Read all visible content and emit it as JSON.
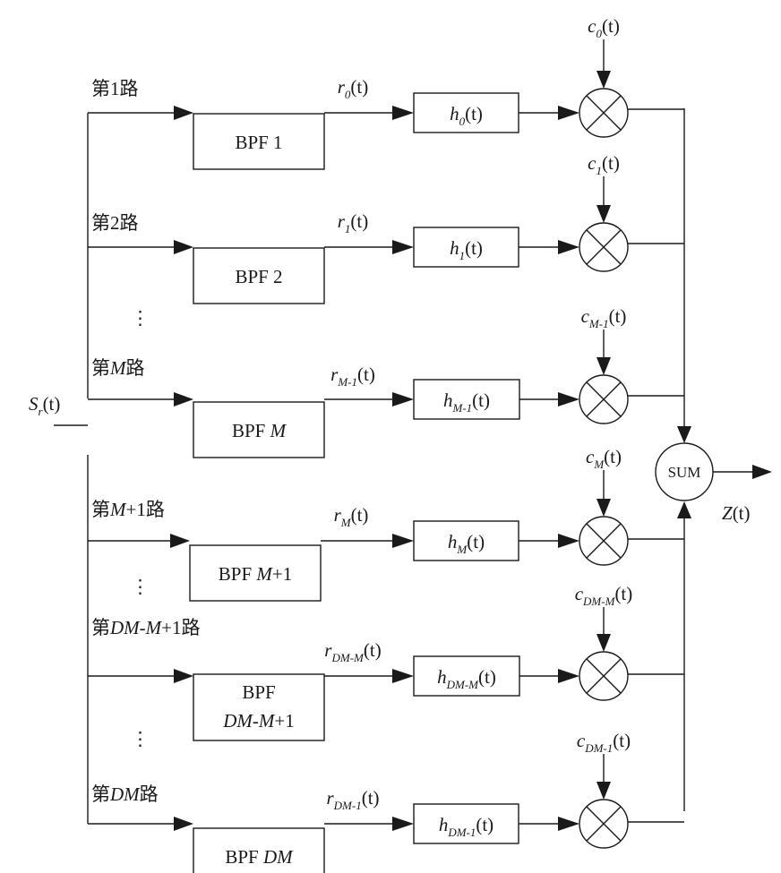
{
  "diagram": {
    "input_label": {
      "base": "S",
      "sub": "r",
      "arg": "(t)"
    },
    "output_label": {
      "base": "Z",
      "arg": "(t)"
    },
    "sum_label": "SUM",
    "vertical_dots": "⋮",
    "branches": [
      {
        "route": [
          {
            "t": "第1路",
            "i": false
          }
        ],
        "bpf": [
          [
            {
              "t": "BPF 1",
              "i": false
            }
          ]
        ],
        "r": {
          "sub": "0"
        },
        "h": {
          "sub": "0"
        },
        "c": {
          "sub": "0"
        }
      },
      {
        "route": [
          {
            "t": "第2路",
            "i": false
          }
        ],
        "bpf": [
          [
            {
              "t": "BPF 2",
              "i": false
            }
          ]
        ],
        "r": {
          "sub": "1"
        },
        "h": {
          "sub": "1"
        },
        "c": {
          "sub": "1"
        }
      },
      {
        "route": [
          {
            "t": "第",
            "i": false
          },
          {
            "t": "M",
            "i": true
          },
          {
            "t": "路",
            "i": false
          }
        ],
        "bpf": [
          [
            {
              "t": "BPF ",
              "i": false
            },
            {
              "t": "M",
              "i": true
            }
          ]
        ],
        "r": {
          "sub": "M-1"
        },
        "h": {
          "sub": "M-1"
        },
        "c": {
          "sub": "M-1"
        }
      },
      {
        "route": [
          {
            "t": "第",
            "i": false
          },
          {
            "t": "M",
            "i": true
          },
          {
            "t": "+1路",
            "i": false
          }
        ],
        "bpf": [
          [
            {
              "t": "BPF ",
              "i": false
            },
            {
              "t": "M",
              "i": true
            },
            {
              "t": "+1",
              "i": false
            }
          ]
        ],
        "r": {
          "sub": "M"
        },
        "h": {
          "sub": "M"
        },
        "c": {
          "sub": "M"
        }
      },
      {
        "route": [
          {
            "t": "第",
            "i": false
          },
          {
            "t": "DM",
            "i": true
          },
          {
            "t": "-",
            "i": false
          },
          {
            "t": "M",
            "i": true
          },
          {
            "t": "+1路",
            "i": false
          }
        ],
        "bpf": [
          [
            {
              "t": "BPF",
              "i": false
            }
          ],
          [
            {
              "t": "DM",
              "i": true
            },
            {
              "t": "-",
              "i": false
            },
            {
              "t": "M",
              "i": true
            },
            {
              "t": "+1",
              "i": false
            }
          ]
        ],
        "r": {
          "sub": "DM-M"
        },
        "h": {
          "sub": "DM-M"
        },
        "c": {
          "sub": "DM-M"
        }
      },
      {
        "route": [
          {
            "t": "第",
            "i": false
          },
          {
            "t": "DM",
            "i": true
          },
          {
            "t": "路",
            "i": false
          }
        ],
        "bpf": [
          [
            {
              "t": "BPF ",
              "i": false
            },
            {
              "t": "DM",
              "i": true
            }
          ]
        ],
        "r": {
          "sub": "DM-1"
        },
        "h": {
          "sub": "DM-1"
        },
        "c": {
          "sub": "DM-1"
        }
      }
    ],
    "symbols": {
      "r": "r",
      "h": "h",
      "c": "c",
      "t_arg": "(t)"
    }
  }
}
